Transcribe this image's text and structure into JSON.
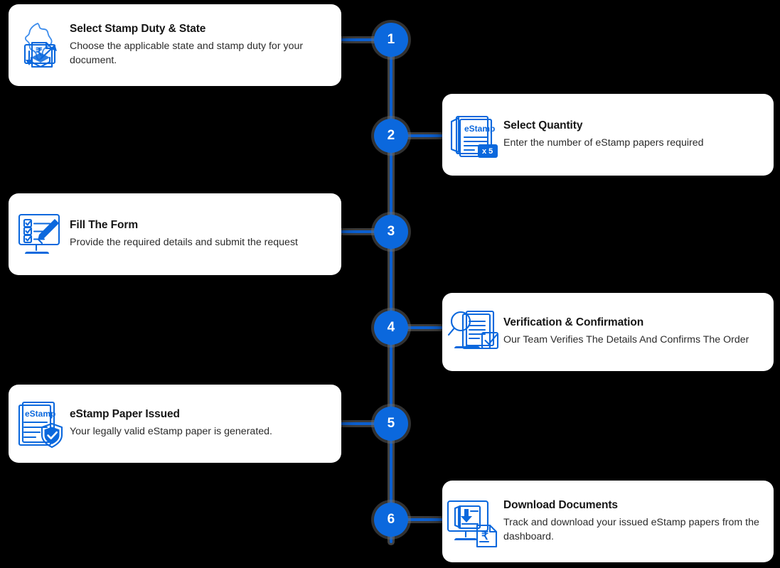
{
  "theme": {
    "background": "#000000",
    "card_background": "#ffffff",
    "accent_blue": "#0B68DD",
    "line_blue": "#0B5FD0",
    "title_color": "#161616",
    "desc_color": "#2b2b2b",
    "badge_text_color": "#ffffff"
  },
  "timeline": {
    "steps": [
      {
        "number": "1",
        "side": "left",
        "title": "Select Stamp Duty & State",
        "description": "Choose the applicable state and stamp duty for your document.",
        "icon": "india-map-stamp-duty-icon"
      },
      {
        "number": "2",
        "side": "right",
        "title": "Select Quantity",
        "description": "Enter the number of eStamp papers required",
        "icon": "estamp-papers-stack-icon",
        "icon_labels": {
          "paper_label": "eStamp",
          "quantity_badge": "x 5"
        }
      },
      {
        "number": "3",
        "side": "left",
        "title": "Fill The Form",
        "description": "Provide the required details and submit the request",
        "icon": "checklist-monitor-pen-icon"
      },
      {
        "number": "4",
        "side": "right",
        "title": "Verification & Confirmation",
        "description": "Our Team Verifies The Details And Confirms The Order",
        "icon": "magnifier-document-check-icon"
      },
      {
        "number": "5",
        "side": "left",
        "title": "eStamp Paper Issued",
        "description": "Your legally valid eStamp paper is generated.",
        "icon": "estamp-paper-shield-check-icon",
        "icon_labels": {
          "paper_label": "eStamp"
        }
      },
      {
        "number": "6",
        "side": "right",
        "title": "Download Documents",
        "description": "Track and download your issued eStamp papers from the dashboard.",
        "icon": "monitor-download-rupee-doc-icon"
      }
    ]
  }
}
